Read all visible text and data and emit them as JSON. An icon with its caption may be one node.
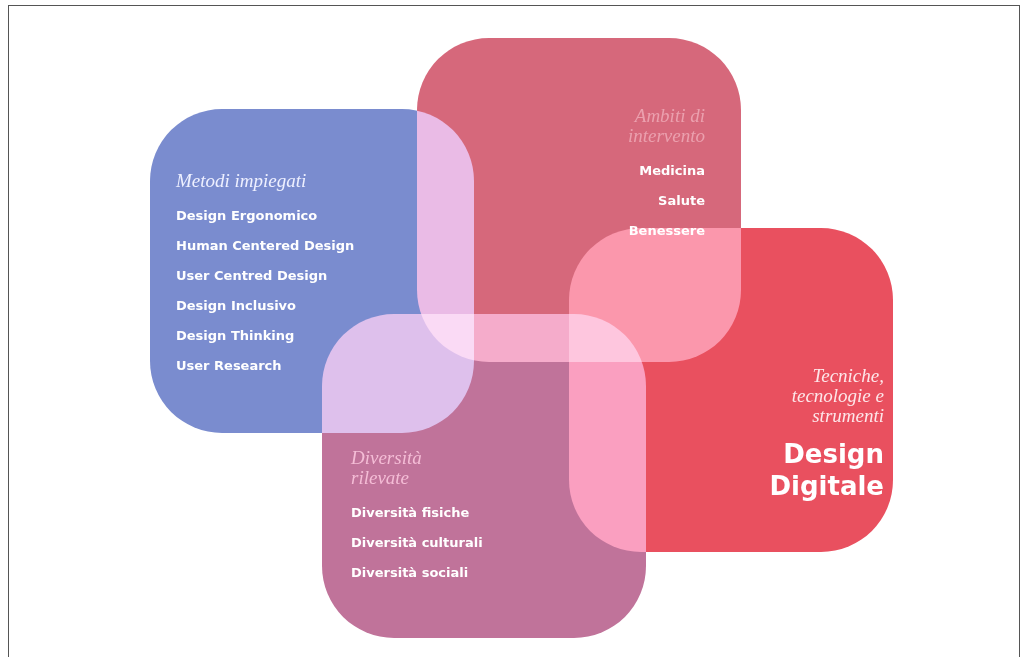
{
  "diagram": {
    "nodes": [
      {
        "text": [
          "Ambiti di intervento",
          "Medicina",
          "Salute",
          "Benessere"
        ]
      },
      {
        "text": [
          "Metodi impiegati",
          "Design Ergonomico",
          "Human Centered Design",
          "User Centred Design",
          "Design Inclusivo",
          "Design Thinking",
          "User Research"
        ]
      },
      {
        "text": [
          "Tecniche, tecnologie e strumenti",
          "Design Digitale"
        ]
      },
      {
        "text": [
          "Diversità rilevate",
          "Diversità fisiche",
          "Diversità culturali",
          "Diversità sociali"
        ]
      }
    ],
    "edges": []
  }
}
